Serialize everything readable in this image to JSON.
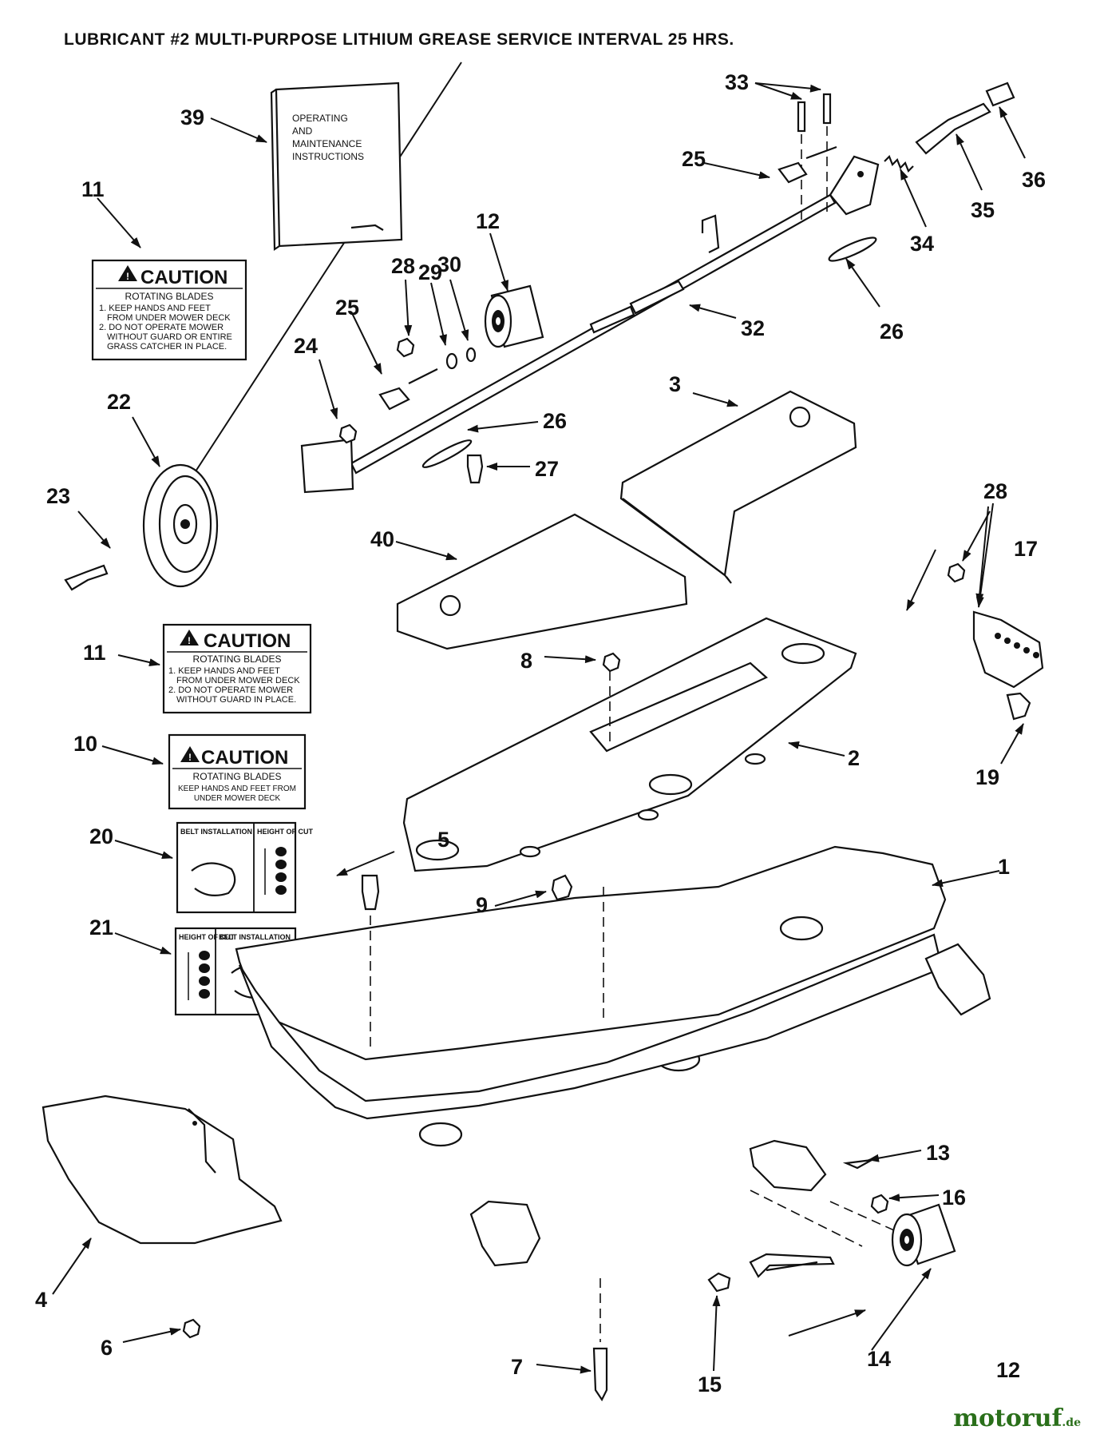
{
  "header": "LUBRICANT #2 MULTI-PURPOSE LITHIUM GREASE SERVICE INTERVAL 25 HRS.",
  "manual": {
    "lines": [
      "OPERATING",
      "AND",
      "MAINTENANCE",
      "INSTRUCTIONS"
    ]
  },
  "decal_11a": {
    "title": "CAUTION",
    "subtitle": "ROTATING BLADES",
    "lines": [
      "1. KEEP HANDS AND FEET",
      "FROM UNDER MOWER DECK",
      "2. DO NOT OPERATE MOWER",
      "WITHOUT GUARD OR ENTIRE",
      "GRASS CATCHER IN PLACE."
    ]
  },
  "decal_11b": {
    "title": "CAUTION",
    "subtitle": "ROTATING BLADES",
    "lines": [
      "1. KEEP HANDS AND FEET",
      "FROM UNDER MOWER DECK",
      "2. DO NOT OPERATE MOWER",
      "WITHOUT GUARD IN PLACE."
    ]
  },
  "decal_10": {
    "title": "CAUTION",
    "subtitle": "ROTATING BLADES",
    "lines": [
      "KEEP HANDS AND FEET FROM",
      "UNDER MOWER DECK"
    ]
  },
  "decal_20": {
    "left": "BELT INSTALLATION",
    "right": "HEIGHT OF CUT"
  },
  "decal_21": {
    "left": "HEIGHT OF CUT",
    "right": "BELT INSTALLATION"
  },
  "callouts": {
    "c1": "1",
    "c2": "2",
    "c3": "3",
    "c4": "4",
    "c5": "5",
    "c6": "6",
    "c7": "7",
    "c8": "8",
    "c9": "9",
    "c10": "10",
    "c11a": "11",
    "c11b": "11",
    "c12a": "12",
    "c12b": "12",
    "c13": "13",
    "c14": "14",
    "c15": "15",
    "c16": "16",
    "c17": "17",
    "c19": "19",
    "c20": "20",
    "c21": "21",
    "c22": "22",
    "c23": "23",
    "c24": "24",
    "c25a": "25",
    "c25b": "25",
    "c26a": "26",
    "c26b": "26",
    "c27": "27",
    "c28a": "28",
    "c28b": "28",
    "c29": "29",
    "c30": "30",
    "c32": "32",
    "c33": "33",
    "c34": "34",
    "c35": "35",
    "c36": "36",
    "c39": "39",
    "c40": "40"
  },
  "watermark": {
    "main": "motoruf",
    "suffix": ".de"
  }
}
